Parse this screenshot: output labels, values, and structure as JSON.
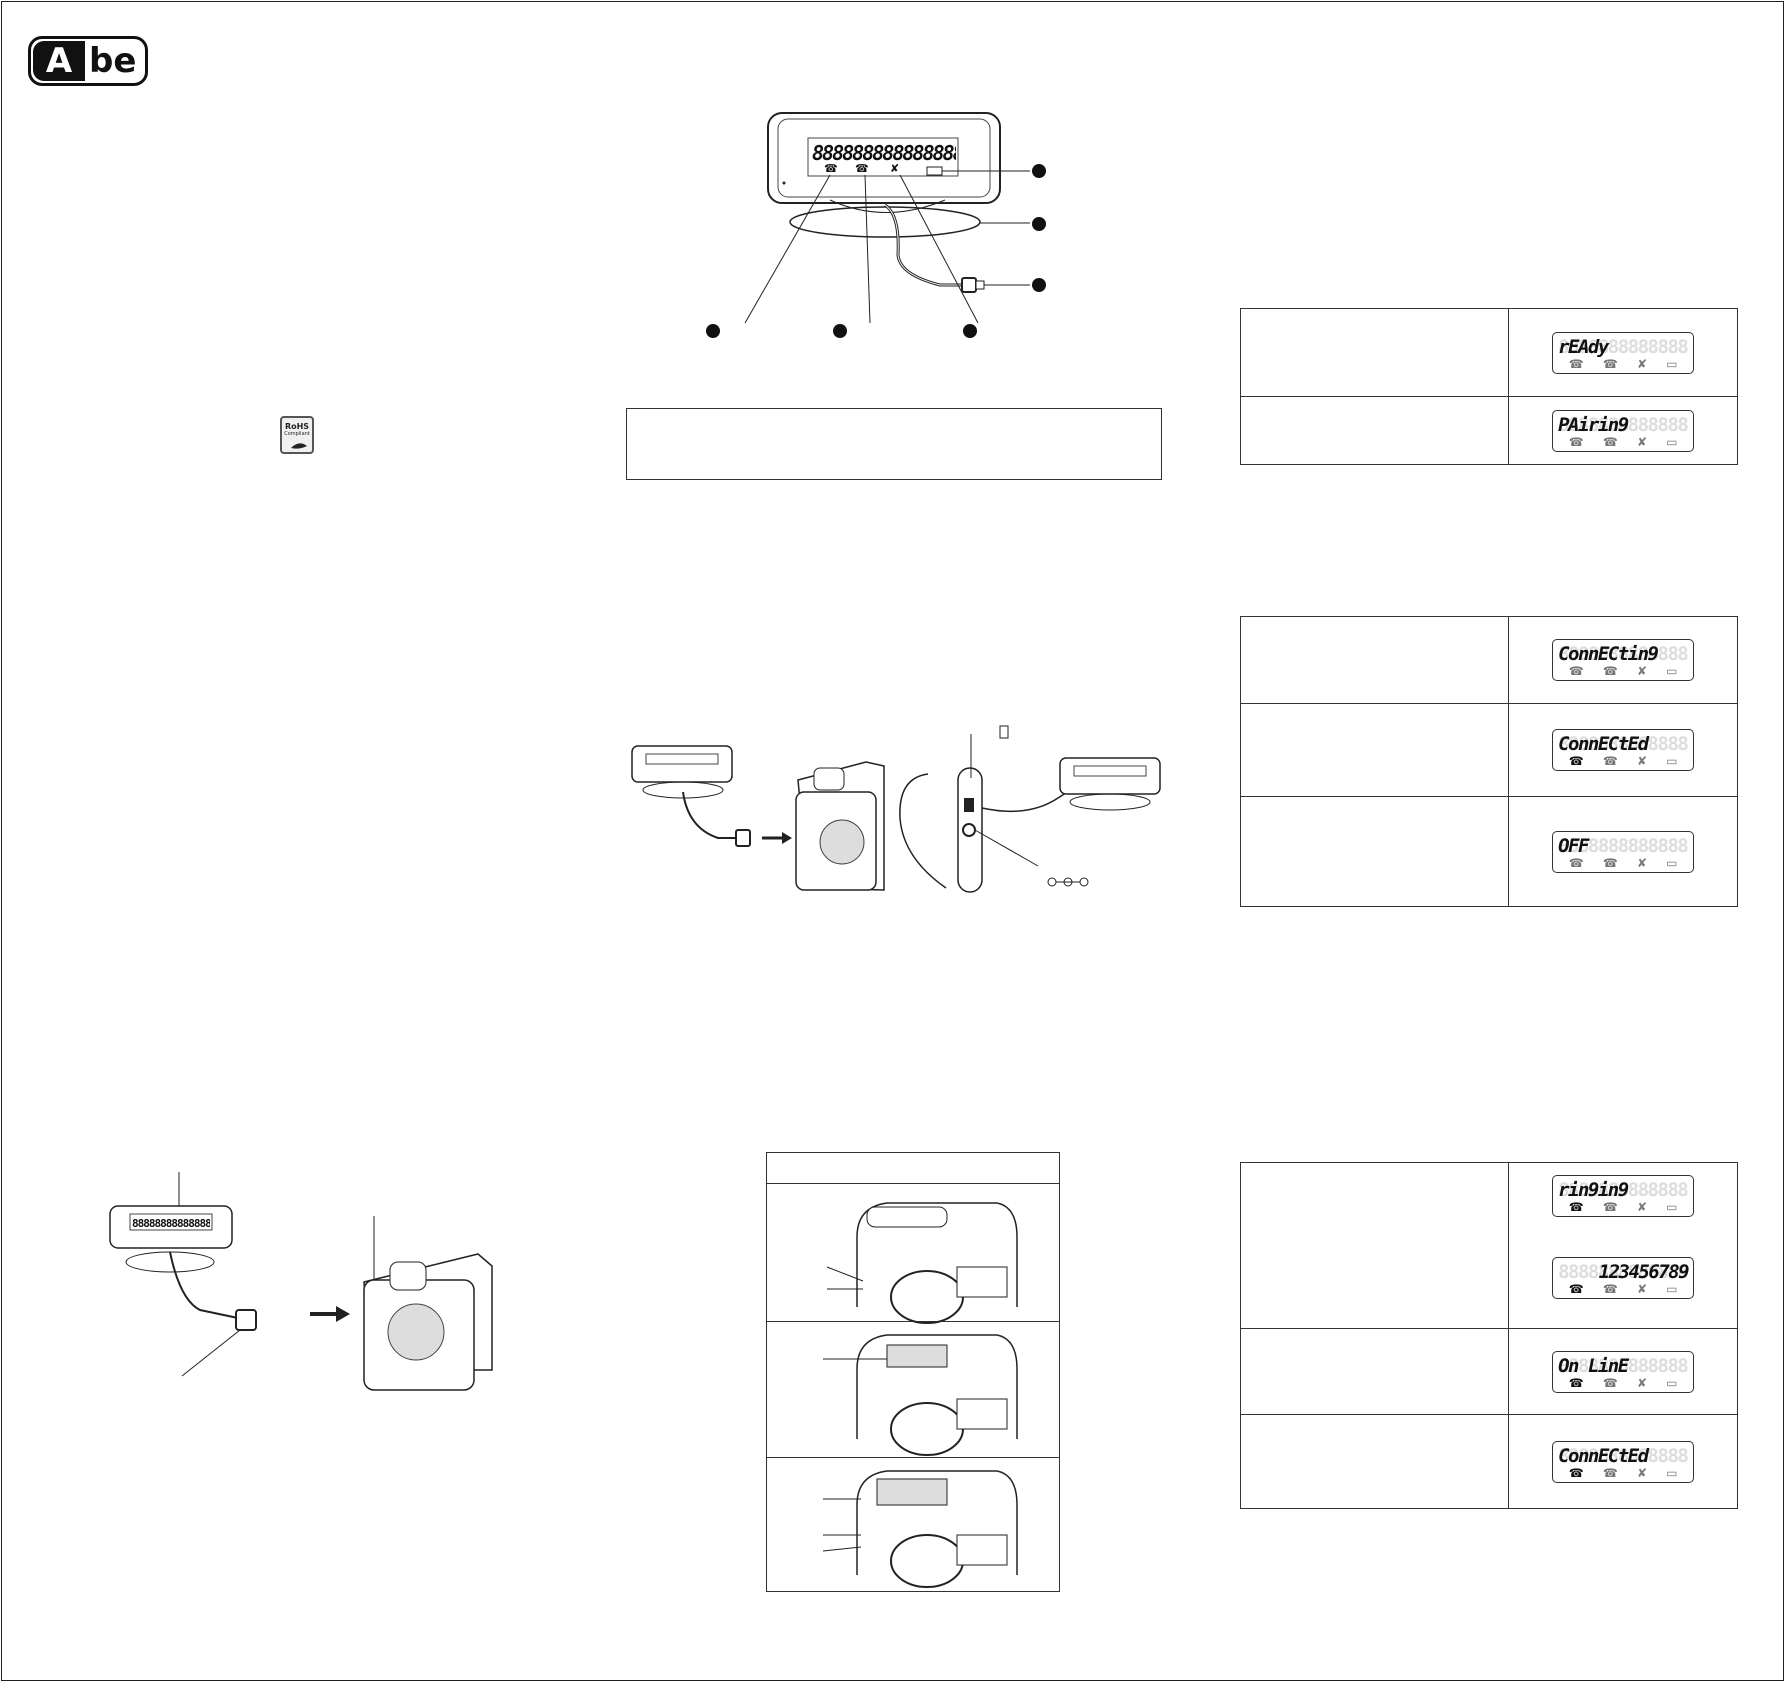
{
  "brand": {
    "logo_a": "A",
    "logo_be": "be"
  },
  "rohs": {
    "title": "RoHS",
    "subtitle": "Compliant"
  },
  "device_display": {
    "digits": "888888888888888"
  },
  "status_table_1": [
    {
      "text": "rEAdy",
      "align": "left",
      "icons_on": []
    },
    {
      "text": "PAirin9",
      "align": "left",
      "icons_on": []
    }
  ],
  "status_table_2": [
    {
      "text": "ConnECtin9",
      "align": "left",
      "icons_on": []
    },
    {
      "text": "ConnECtEd",
      "align": "left",
      "icons_on": [
        0
      ]
    },
    {
      "text": "OFF",
      "align": "left",
      "icons_on": []
    }
  ],
  "status_table_3": [
    {
      "text": "rin9in9",
      "align": "left",
      "icons_on": [
        0
      ]
    },
    {
      "text": "123456789",
      "align": "right",
      "icons_on": [
        0
      ]
    },
    {
      "text": "On LinE",
      "align": "left",
      "icons_on": [
        0
      ]
    },
    {
      "text": "ConnECtEd",
      "align": "left",
      "icons_on": [
        0
      ]
    }
  ],
  "lcd_icons": [
    "phone1-icon",
    "phone2-icon",
    "mic-mute-icon",
    "battery-icon"
  ],
  "lcd_ghost": "88888888888888"
}
